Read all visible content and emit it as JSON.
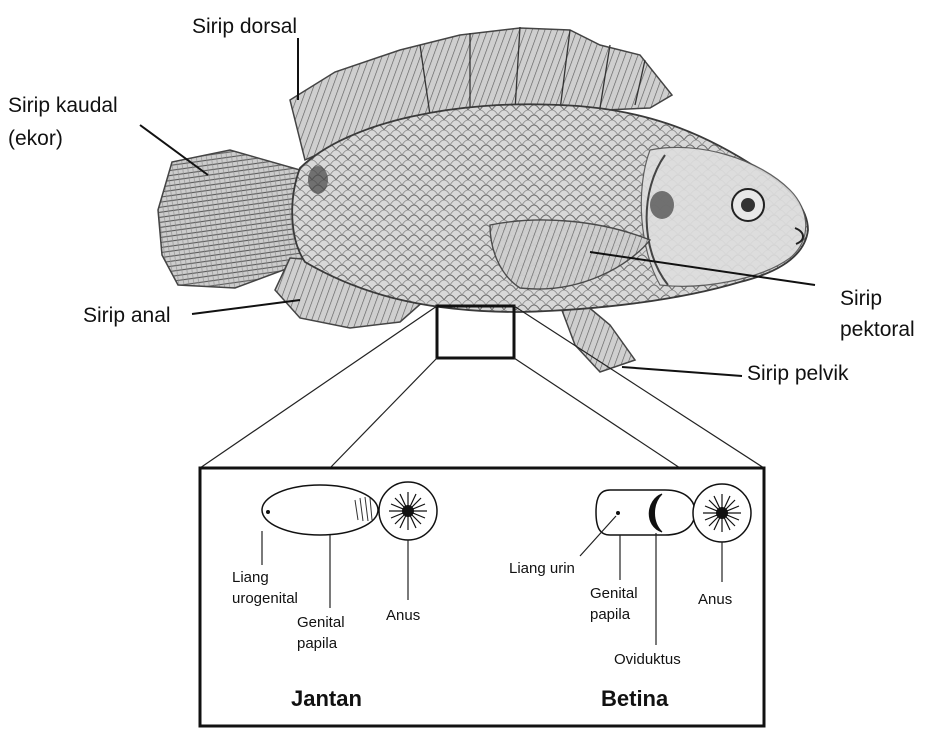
{
  "fin_labels": {
    "dorsal": "Sirip dorsal",
    "caudal_line1": "Sirip kaudal",
    "caudal_line2": "(ekor)",
    "anal": "Sirip anal",
    "pectoral_line1": "Sirip",
    "pectoral_line2": "pektoral",
    "pelvic": "Sirip pelvik"
  },
  "male": {
    "title": "Jantan",
    "opening_line1": "Liang",
    "opening_line2": "urogenital",
    "papilla_line1": "Genital",
    "papilla_line2": "papila",
    "anus": "Anus"
  },
  "female": {
    "title": "Betina",
    "opening": "Liang urin",
    "papilla_line1": "Genital",
    "papilla_line2": "papila",
    "oviduct": "Oviduktus",
    "anus": "Anus"
  },
  "colors": {
    "ink": "#111111",
    "fish_body": "#cfcfcf",
    "fin": "#bdbdbd"
  }
}
